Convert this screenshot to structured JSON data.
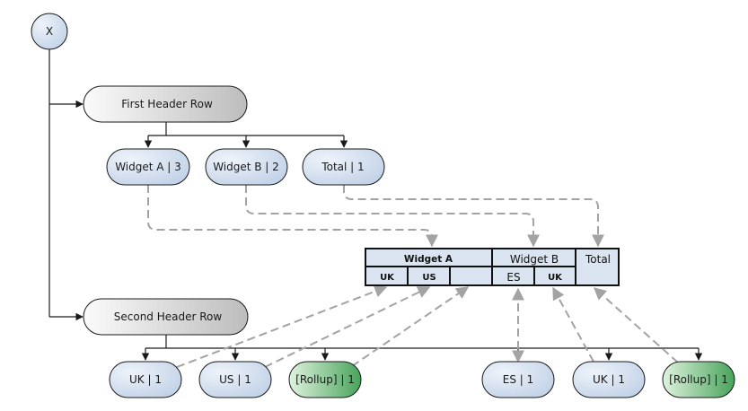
{
  "root": {
    "label": "X"
  },
  "first_header": {
    "label": "First Header Row",
    "children": [
      "Widget A | 3",
      "Widget B | 2",
      "Total | 1"
    ]
  },
  "second_header": {
    "label": "Second Header Row",
    "children": [
      "UK | 1",
      "US | 1",
      "[Rollup] | 1",
      "ES | 1",
      "UK | 1",
      "[Rollup] | 1"
    ]
  },
  "table": {
    "top": [
      "Widget A",
      "Widget B",
      "Total"
    ],
    "widget_a_sub": [
      "UK",
      "US"
    ],
    "widget_b_sub": [
      "ES",
      "UK"
    ]
  },
  "colors": {
    "node_fill": "#d2deee",
    "rollup_fill": "#5fb06c",
    "table_fill": "#dbe5f1",
    "edge": "#1a1a1a",
    "mapping_edge": "#a3a3a3"
  }
}
